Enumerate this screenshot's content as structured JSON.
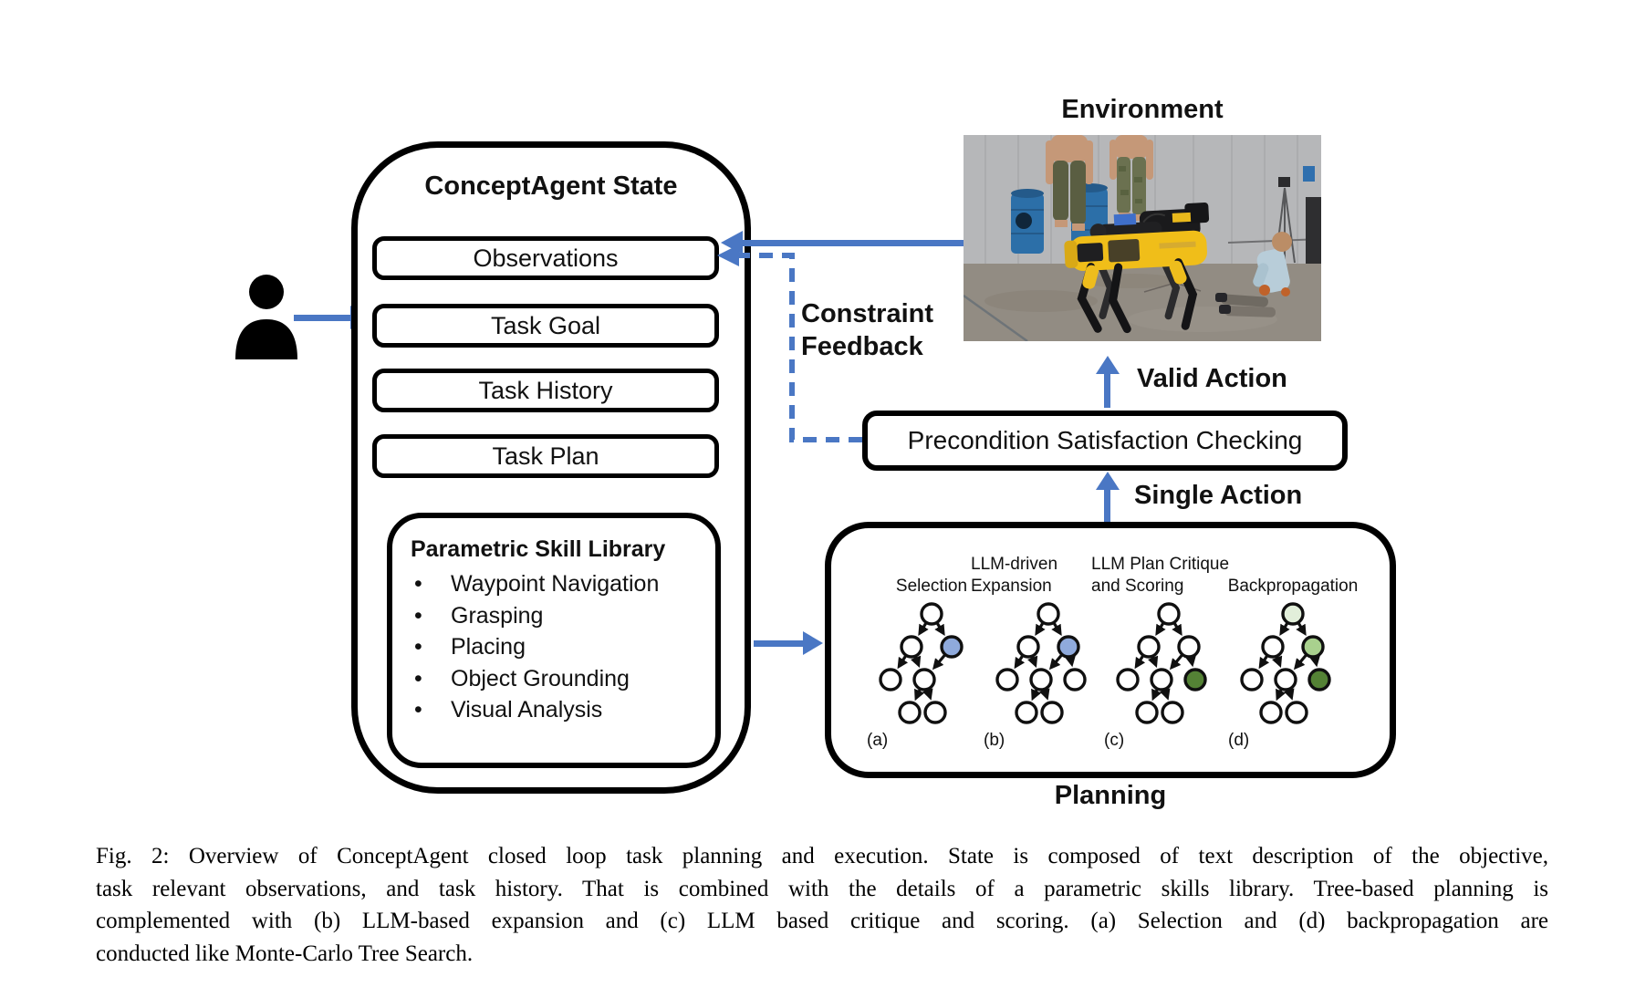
{
  "colors": {
    "arrow_blue": "#4a77c4",
    "node_blue": "#8faadc",
    "node_green_dark": "#548235",
    "node_green_mid": "#a9d18e",
    "node_green_light": "#e2efda",
    "robot_yellow": "#f0be19"
  },
  "state": {
    "title": "ConceptAgent State",
    "fields": [
      "Observations",
      "Task Goal",
      "Task History",
      "Task Plan"
    ],
    "skill_library": {
      "title": "Parametric Skill Library",
      "items": [
        "Waypoint Navigation",
        "Grasping",
        "Placing",
        "Object Grounding",
        "Visual Analysis"
      ]
    }
  },
  "environment": {
    "label": "Environment"
  },
  "feedback": {
    "lines": [
      "Constraint",
      "Feedback"
    ]
  },
  "precondition": {
    "label": "Precondition Satisfaction Checking"
  },
  "actions": {
    "valid": "Valid Action",
    "single": "Single Action"
  },
  "planning": {
    "label": "Planning",
    "trees": [
      {
        "letter": "(a)",
        "label": "Selection",
        "nodes": {
          "root": "#ffffff",
          "l2_left": "#ffffff",
          "l2_right": "#8faadc",
          "l3_left": "#ffffff",
          "l3_mid": "#ffffff",
          "l3_right": null,
          "l4_left": "#ffffff",
          "l4_right": "#ffffff"
        }
      },
      {
        "letter": "(b)",
        "label": "LLM-driven Expansion",
        "nodes": {
          "root": "#ffffff",
          "l2_left": "#ffffff",
          "l2_right": "#8faadc",
          "l3_left": "#ffffff",
          "l3_mid": "#ffffff",
          "l3_right": "#ffffff",
          "l4_left": "#ffffff",
          "l4_right": "#ffffff"
        }
      },
      {
        "letter": "(c)",
        "label": "LLM Plan Critique and Scoring",
        "nodes": {
          "root": "#ffffff",
          "l2_left": "#ffffff",
          "l2_right": "#ffffff",
          "l3_left": "#ffffff",
          "l3_mid": "#ffffff",
          "l3_right": "#548235",
          "l4_left": "#ffffff",
          "l4_right": "#ffffff"
        }
      },
      {
        "letter": "(d)",
        "label": "Backpropagation",
        "nodes": {
          "root": "#e2efda",
          "l2_left": "#ffffff",
          "l2_right": "#a9d18e",
          "l3_left": "#ffffff",
          "l3_mid": "#ffffff",
          "l3_right": "#548235",
          "l4_left": "#ffffff",
          "l4_right": "#ffffff"
        }
      }
    ]
  },
  "figure": {
    "caption_lines": [
      "Fig. 2: Overview of ConceptAgent closed loop task planning and execution. State is composed of text description of the objective,",
      "task relevant observations, and task history. That is combined with the details of a parametric skills library. Tree-based planning is",
      "complemented with (b) LLM-based expansion and (c) LLM based critique and scoring. (a) Selection and (d) backpropagation are",
      "conducted like Monte-Carlo Tree Search."
    ]
  }
}
